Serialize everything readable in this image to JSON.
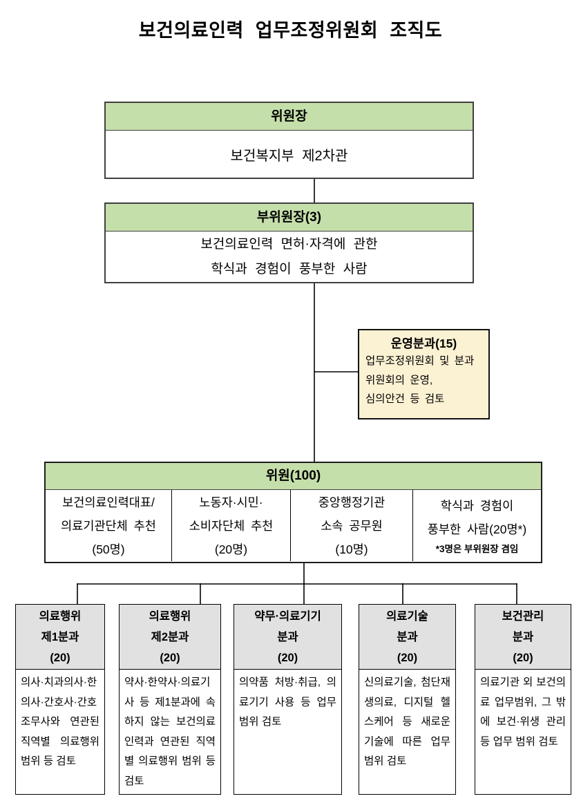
{
  "title": "보건의료인력 업무조정위원회 조직도",
  "colors": {
    "green": "#C5DFAA",
    "cream": "#FBF1D3",
    "gray": "#E1E1E1",
    "border_dark": "#3F3F3F",
    "line": "#000000"
  },
  "chairman": {
    "header": "위원장",
    "body": "보건복지부 제2차관"
  },
  "vice_chair": {
    "header": "부위원장(3)",
    "line1": "보건의료인력 면허·자격에 관한",
    "line2": "학식과 경험이 풍부한 사람"
  },
  "operating": {
    "header": "운영분과(15)",
    "line1": "업무조정위원회 및 분과",
    "line2": "위원회의 운영,",
    "line3": "심의안건 등 검토"
  },
  "members": {
    "header": "위원(100)",
    "col1": {
      "line1": "보건의료인력대표/",
      "line2": "의료기관단체 추천",
      "line3": "(50명)"
    },
    "col2": {
      "line1": "노동자·시민·",
      "line2": "소비자단체 추천",
      "line3": "(20명)"
    },
    "col3": {
      "line1": "중앙행정기관",
      "line2": "소속 공무원",
      "line3": "(10명)"
    },
    "col4": {
      "line1": "학식과 경험이",
      "line2": "풍부한 사람(20명*)",
      "note": "*3명은 부위원장 겸임"
    }
  },
  "subcommittees": [
    {
      "name1": "의료행위",
      "name2": "제1분과",
      "count": "(20)",
      "desc": "의사·치과의사·한의사·간호사·간호조무사와 연관된 직역별 의료행위 범위 등 검토"
    },
    {
      "name1": "의료행위",
      "name2": "제2분과",
      "count": "(20)",
      "desc": "약사·한약사·의료기사 등 제1분과에 속하지 않는 보건의료인력과 연관된 직역별 의료행위 범위 등 검토"
    },
    {
      "name1": "약무·의료기기",
      "name2": "분과",
      "count": "(20)",
      "desc": "의약품 처방·취급, 의료기기 사용 등 업무범위 검토"
    },
    {
      "name1": "의료기술",
      "name2": "분과",
      "count": "(20)",
      "desc": "신의료기술, 첨단재생의료, 디지털 헬스케어 등 새로운 기술에 따른 업무 범위 검토"
    },
    {
      "name1": "보건관리",
      "name2": "분과",
      "count": "(20)",
      "desc": "의료기관 외 보건의료 업무범위, 그 밖에 보건·위생 관리 등 업무 범위 검토"
    }
  ]
}
